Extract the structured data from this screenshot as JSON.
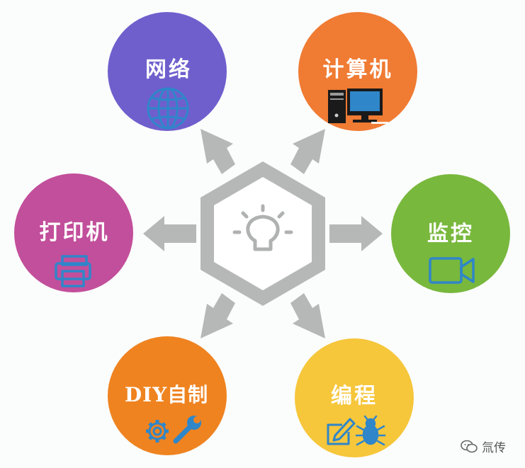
{
  "center": {
    "icon": "lightbulb-icon",
    "hexagon_color": "#b6b8b8",
    "arrow_color": "#b6b8b8"
  },
  "nodes": [
    {
      "id": "network",
      "label": "网络",
      "color": "#6f5fcd",
      "icons": [
        "globe-icon"
      ]
    },
    {
      "id": "computer",
      "label": "计算机",
      "color": "#f07b33",
      "icons": [
        "desktop-computer-icon"
      ]
    },
    {
      "id": "monitor",
      "label": "监控",
      "color": "#78b83d",
      "icons": [
        "video-camera-icon"
      ]
    },
    {
      "id": "program",
      "label": "编程",
      "color": "#f6c63b",
      "icons": [
        "edit-icon",
        "bug-icon"
      ]
    },
    {
      "id": "diy",
      "label": "DIY自制",
      "color": "#ef8320",
      "icons": [
        "gear-icon",
        "wrench-icon"
      ]
    },
    {
      "id": "printer",
      "label": "打印机",
      "color": "#c24f9b",
      "icons": [
        "printer-icon"
      ]
    }
  ],
  "icon_color": "#2f86c9",
  "watermark": {
    "icon": "wechat-icon",
    "text": "氚传"
  }
}
